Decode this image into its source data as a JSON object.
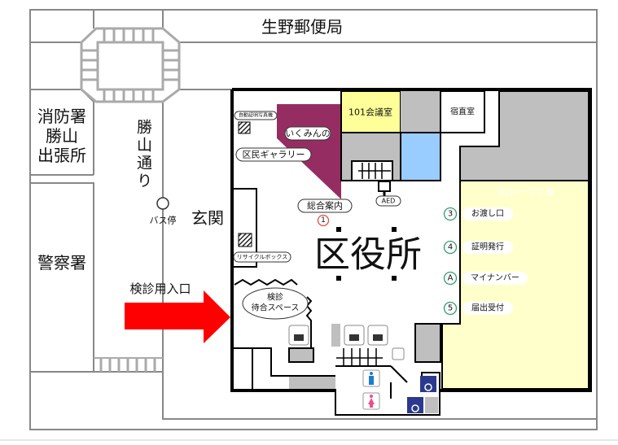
{
  "map": {
    "post_office": "生野郵便局",
    "fire_station": [
      "消防署",
      "勝山",
      "出張所"
    ],
    "street": "勝山通り",
    "police": "警察署",
    "bus_stop": "バス停",
    "entrance": "玄関",
    "checkup_entrance": "検診用入口",
    "ward_office": "区役所",
    "rooms": {
      "meeting_room": "101会議室",
      "night_duty": "宿直室",
      "ikumin": "いくみんの",
      "gallery": "区民ギャラリー",
      "photo_booth": "自動証明写真機",
      "info_desk": "総合案内",
      "aed": "AED",
      "recycle_box": "リサイクルボックス",
      "waiting_line1": "検診",
      "waiting_line2": "待合スペース",
      "service_section": "窓口サービス課"
    },
    "counters": [
      {
        "mark": "1",
        "label": ""
      },
      {
        "mark": "3",
        "label": "お渡し口"
      },
      {
        "mark": "4",
        "label": "証明発行"
      },
      {
        "mark": "A",
        "label": "マイナンバー"
      },
      {
        "mark": "5",
        "label": "届出受付"
      }
    ],
    "colors": {
      "ikumin": "#962d62",
      "meeting": "#ffff99",
      "blue_room": "#99ccff",
      "service": "#ffffcc",
      "gray": "#bfbfbf",
      "arrow": "#ff0000",
      "counter_ring": "#2e9e6e",
      "info_ring": "#e05040",
      "men": "#1a7fd0",
      "women": "#e8508a",
      "accessible": "#2b3a8c"
    }
  }
}
